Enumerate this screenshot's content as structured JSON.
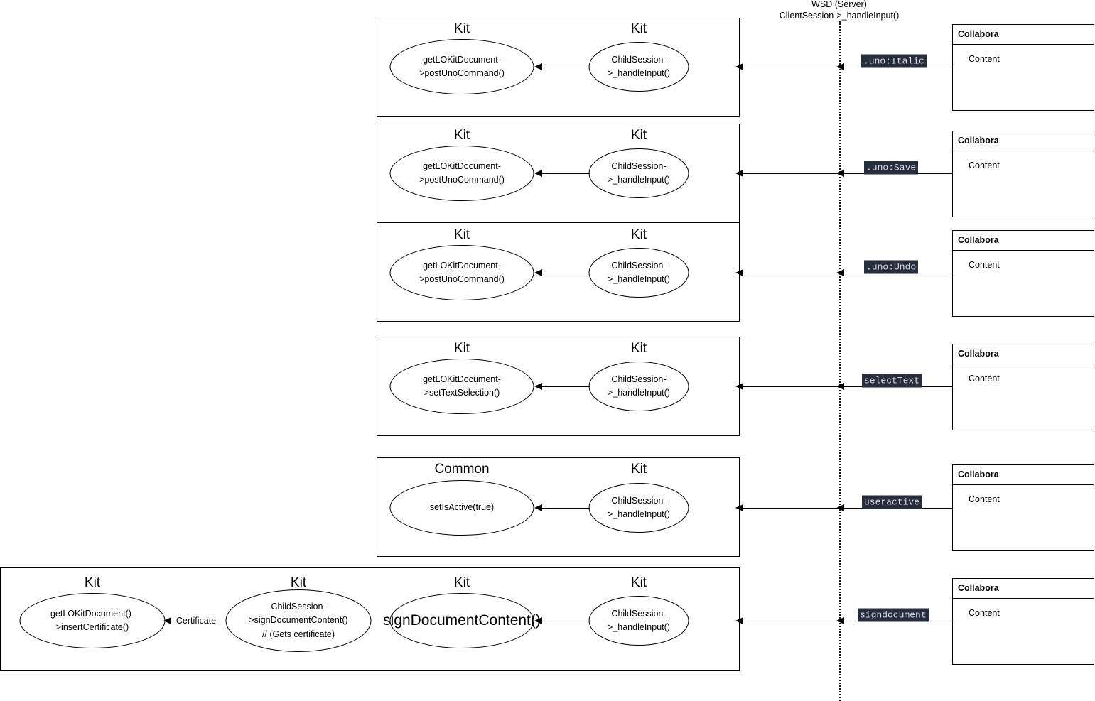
{
  "diagram": {
    "lifeline": {
      "title_line1": "WSD (Server)",
      "title_line2": "ClientSession->_handleInput()"
    },
    "node_titles": {
      "kit": "Kit",
      "common": "Common"
    },
    "collabora_box": {
      "title": "Collabora",
      "content": "Content"
    },
    "colors": {
      "token_background": "#262d3d",
      "token_text": "#d9dde5",
      "stroke": "#000000",
      "canvas": "#ffffff"
    },
    "rows": [
      {
        "message": ".uno:Italic",
        "left_title": "Kit",
        "left_label_line1": "getLOKitDocument-",
        "left_label_line2": ">postUnoCommand()",
        "right_title": "Kit",
        "right_label_line1": "ChildSession-",
        "right_label_line2": ">_handleInput()"
      },
      {
        "message": ".uno:Save",
        "left_title": "Kit",
        "left_label_line1": "getLOKitDocument-",
        "left_label_line2": ">postUnoCommand()",
        "right_title": "Kit",
        "right_label_line1": "ChildSession-",
        "right_label_line2": ">_handleInput()"
      },
      {
        "message": ".uno:Undo",
        "left_title": "Kit",
        "left_label_line1": "getLOKitDocument-",
        "left_label_line2": ">postUnoCommand()",
        "right_title": "Kit",
        "right_label_line1": "ChildSession-",
        "right_label_line2": ">_handleInput()"
      },
      {
        "message": "selectText",
        "left_title": "Kit",
        "left_label_line1": "getLOKitDocument-",
        "left_label_line2": ">setTextSelection()",
        "right_title": "Kit",
        "right_label_line1": "ChildSession-",
        "right_label_line2": ">_handleInput()"
      },
      {
        "message": "useractive",
        "left_title": "Common",
        "left_label_line1": "setIsActive(true)",
        "left_label_line2": "",
        "right_title": "Kit",
        "right_label_line1": "ChildSession-",
        "right_label_line2": ">_handleInput()"
      },
      {
        "message": "signdocument",
        "far_left_title": "Kit",
        "far_left_label_line1": "getLOKitDocument()-",
        "far_left_label_line2": ">insertCertificate()",
        "certificate_arrow_label": "Certificate",
        "mid_left_title": "Kit",
        "mid_left_label_line1": "ChildSession-",
        "mid_left_label_line2": ">signDocumentContent()",
        "mid_left_label_line3": "// (Gets certificate)",
        "left_title": "Kit",
        "left_label_line1": "signDocumentContent()",
        "right_title": "Kit",
        "right_label_line1": "ChildSession-",
        "right_label_line2": ">_handleInput()"
      }
    ]
  }
}
